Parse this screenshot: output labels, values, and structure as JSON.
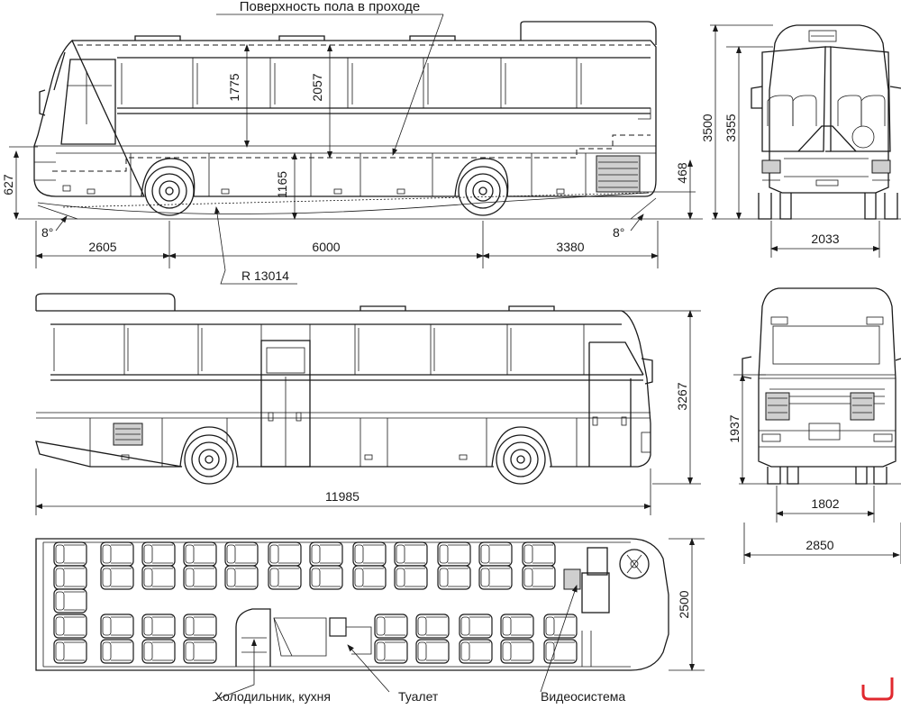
{
  "labels": {
    "floor_surface": "Поверхность пола в проходе",
    "fridge_kitchen": "Холодильник, кухня",
    "toilet": "Туалет",
    "video": "Видеосистема",
    "radius": "R 13014",
    "angle_front": "8°",
    "angle_rear": "8°"
  },
  "dims": {
    "d627": "627",
    "d1775": "1775",
    "d2057": "2057",
    "d1165": "1165",
    "d468": "468",
    "d2605": "2605",
    "d6000": "6000",
    "d3380": "3380",
    "d3500": "3500",
    "d3355": "3355",
    "d2033": "2033",
    "d3267": "3267",
    "d11985": "11985",
    "d1937": "1937",
    "d1802": "1802",
    "d2850": "2850",
    "d2500": "2500"
  }
}
